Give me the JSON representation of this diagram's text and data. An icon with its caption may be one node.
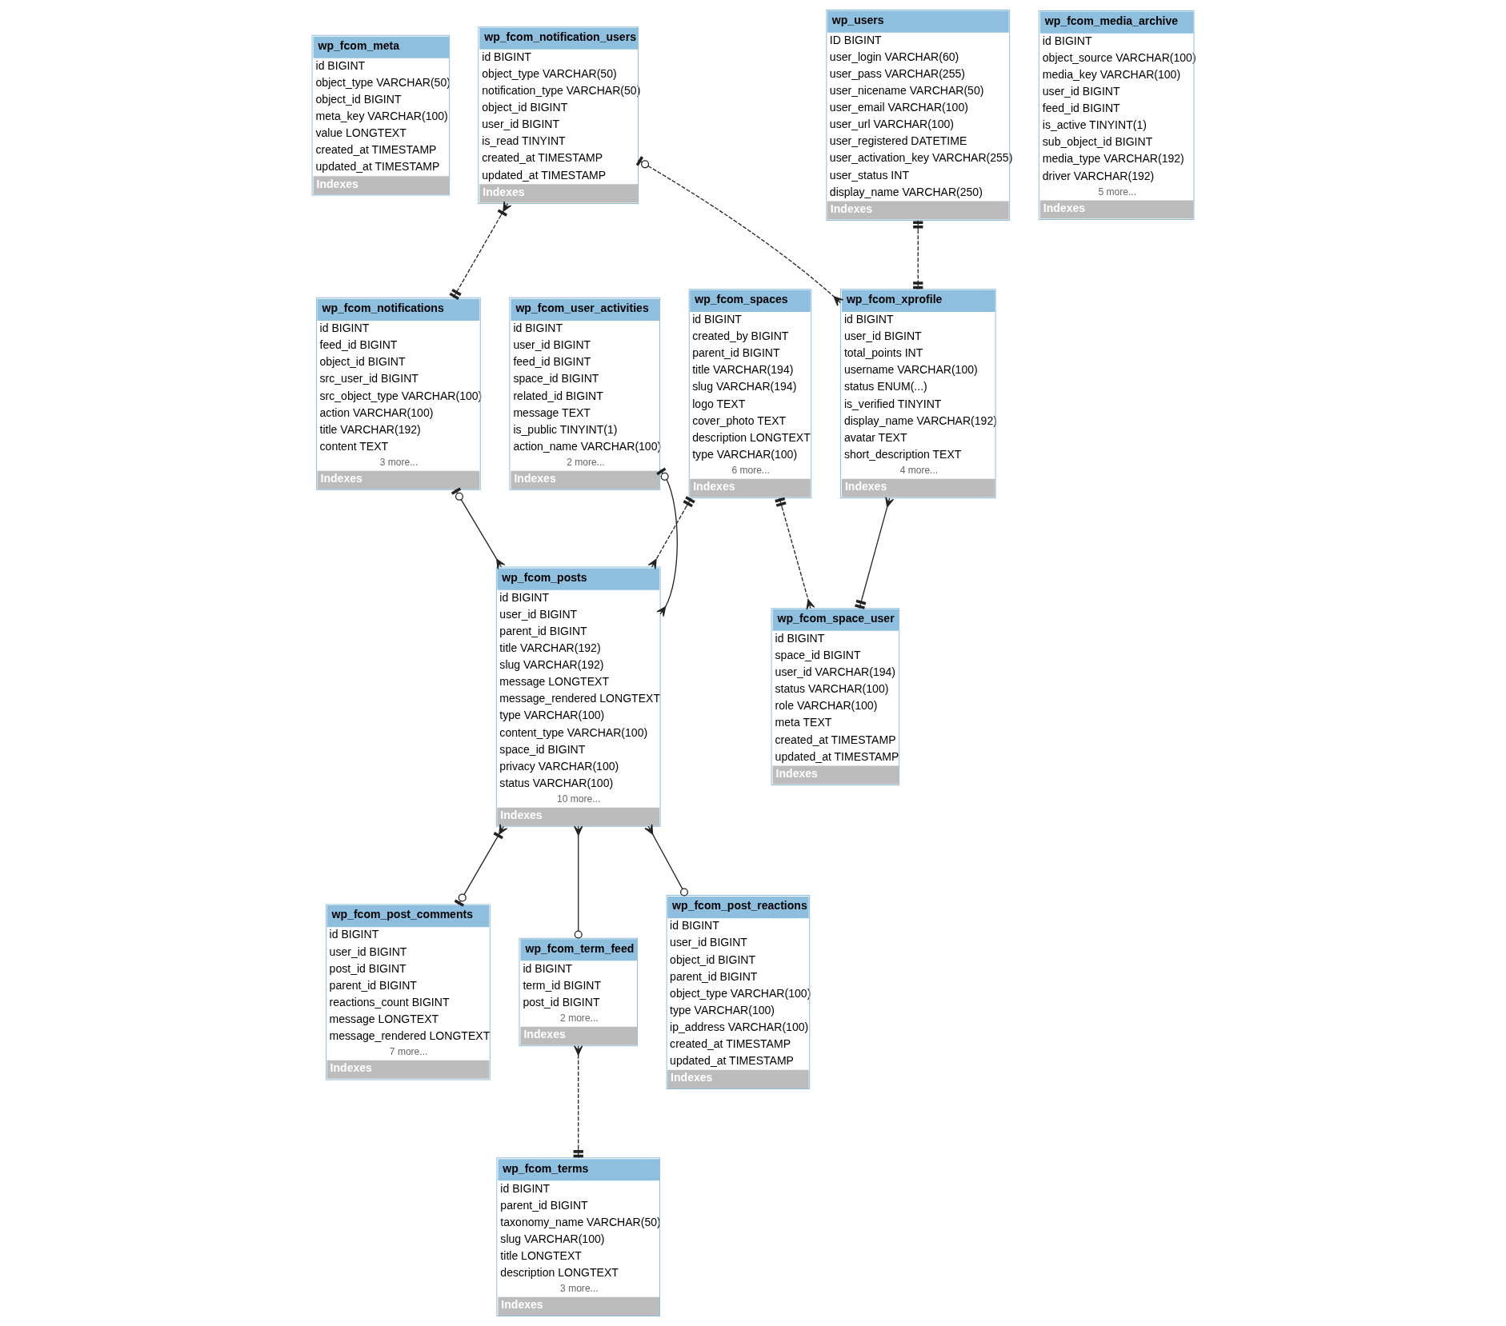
{
  "diagram": {
    "nodes": [
      {
        "text": [
          "wp_fcom_meta",
          "id BIGINT",
          "object_type VARCHAR(50)",
          "object_id BIGINT",
          "meta_key VARCHAR(100)",
          "value LONGTEXT",
          "created_at TIMESTAMP",
          "updated_at TIMESTAMP",
          "Indexes"
        ]
      },
      {
        "text": [
          "wp_fcom_notification_users",
          "id BIGINT",
          "object_type VARCHAR(50)",
          "notification_type VARCHAR(50)",
          "object_id BIGINT",
          "user_id BIGINT",
          "is_read TINYINT",
          "created_at TIMESTAMP",
          "updated_at TIMESTAMP",
          "Indexes"
        ]
      },
      {
        "text": [
          "wp_fcom_notifications",
          "id BIGINT",
          "feed_id BIGINT",
          "object_id BIGINT",
          "src_user_id BIGINT",
          "src_object_type VARCHAR(100)",
          "action VARCHAR(100)",
          "title VARCHAR(192)",
          "content TEXT",
          "3 more...",
          "Indexes"
        ]
      },
      {
        "text": [
          "wp_fcom_user_activities",
          "id BIGINT",
          "user_id BIGINT",
          "feed_id BIGINT",
          "space_id BIGINT",
          "related_id BIGINT",
          "message TEXT",
          "is_public TINYINT(1)",
          "action_name VARCHAR(100)",
          "2 more...",
          "Indexes"
        ]
      },
      {
        "text": [
          "wp_fcom_media_archive",
          "id BIGINT",
          "object_source VARCHAR(100)",
          "media_key VARCHAR(100)",
          "user_id BIGINT",
          "feed_id BIGINT",
          "is_active TINYINT(1)",
          "sub_object_id BIGINT",
          "media_type VARCHAR(192)",
          "driver VARCHAR(192)",
          "5 more...",
          "Indexes"
        ]
      },
      {
        "text": [
          "wp_users",
          "ID BIGINT",
          "user_login VARCHAR(60)",
          "user_pass VARCHAR(255)",
          "user_nicename VARCHAR(50)",
          "user_email VARCHAR(100)",
          "user_url VARCHAR(100)",
          "user_registered DATETIME",
          "user_activation_key VARCHAR(255)",
          "user_status INT",
          "display_name VARCHAR(250)",
          "Indexes"
        ]
      },
      {
        "text": [
          "wp_fcom_posts",
          "id BIGINT",
          "user_id BIGINT",
          "parent_id BIGINT",
          "title VARCHAR(192)",
          "slug VARCHAR(192)",
          "message LONGTEXT",
          "message_rendered LONGTEXT",
          "type VARCHAR(100)",
          "content_type VARCHAR(100)",
          "space_id BIGINT",
          "privacy VARCHAR(100)",
          "status VARCHAR(100)",
          "10 more...",
          "Indexes"
        ]
      },
      {
        "text": [
          "wp_fcom_spaces",
          "id BIGINT",
          "created_by BIGINT",
          "parent_id BIGINT",
          "title VARCHAR(194)",
          "slug VARCHAR(194)",
          "logo TEXT",
          "cover_photo TEXT",
          "description LONGTEXT",
          "type VARCHAR(100)",
          "6 more...",
          "Indexes"
        ]
      },
      {
        "text": [
          "wp_fcom_post_comments",
          "id BIGINT",
          "user_id BIGINT",
          "post_id BIGINT",
          "parent_id BIGINT",
          "reactions_count BIGINT",
          "message LONGTEXT",
          "message_rendered LONGTEXT",
          "7 more...",
          "Indexes"
        ]
      },
      {
        "text": [
          "wp_fcom_xprofile",
          "id BIGINT",
          "user_id BIGINT",
          "total_points INT",
          "username VARCHAR(100)",
          "status ENUM(...)",
          "is_verified TINYINT",
          "display_name VARCHAR(192)",
          "avatar TEXT",
          "short_description TEXT",
          "4 more...",
          "Indexes"
        ]
      },
      {
        "text": [
          "wp_fcom_term_feed",
          "id BIGINT",
          "term_id BIGINT",
          "post_id BIGINT",
          "2 more...",
          "Indexes"
        ]
      },
      {
        "text": [
          "wp_fcom_space_user",
          "id BIGINT",
          "space_id BIGINT",
          "user_id VARCHAR(194)",
          "status VARCHAR(100)",
          "role VARCHAR(100)",
          "meta TEXT",
          "created_at TIMESTAMP",
          "updated_at TIMESTAMP",
          "Indexes"
        ]
      },
      {
        "text": [
          "wp_fcom_post_reactions",
          "id BIGINT",
          "user_id BIGINT",
          "object_id BIGINT",
          "parent_id BIGINT",
          "object_type VARCHAR(100)",
          "type VARCHAR(100)",
          "ip_address VARCHAR(100)",
          "created_at TIMESTAMP",
          "updated_at TIMESTAMP",
          "Indexes"
        ]
      },
      {
        "text": [
          "wp_fcom_terms",
          "id BIGINT",
          "parent_id BIGINT",
          "taxonomy_name VARCHAR(50)",
          "slug VARCHAR(100)",
          "title LONGTEXT",
          "description LONGTEXT",
          "3 more...",
          "Indexes"
        ]
      }
    ],
    "edges": [
      {
        "from": 1,
        "to": 2,
        "arrow": "other",
        "style": "dashed"
      },
      {
        "from": 1,
        "to": 9,
        "arrow": "other",
        "style": "dashed"
      },
      {
        "from": 2,
        "to": 6,
        "arrow": "other"
      },
      {
        "from": 3,
        "to": 6,
        "arrow": "other"
      },
      {
        "from": 5,
        "to": 9,
        "arrow": "other",
        "style": "dashed"
      },
      {
        "from": 7,
        "to": 6,
        "arrow": "other",
        "style": "dashed"
      },
      {
        "from": 6,
        "to": 8,
        "arrow": "other"
      },
      {
        "from": 6,
        "to": 10,
        "arrow": "other"
      },
      {
        "from": 6,
        "to": 12,
        "arrow": "other"
      },
      {
        "from": 7,
        "to": 11,
        "arrow": "other",
        "style": "dashed"
      },
      {
        "from": 9,
        "to": 11,
        "arrow": "other"
      },
      {
        "from": 10,
        "to": 13,
        "arrow": "other",
        "style": "dashed"
      }
    ]
  }
}
